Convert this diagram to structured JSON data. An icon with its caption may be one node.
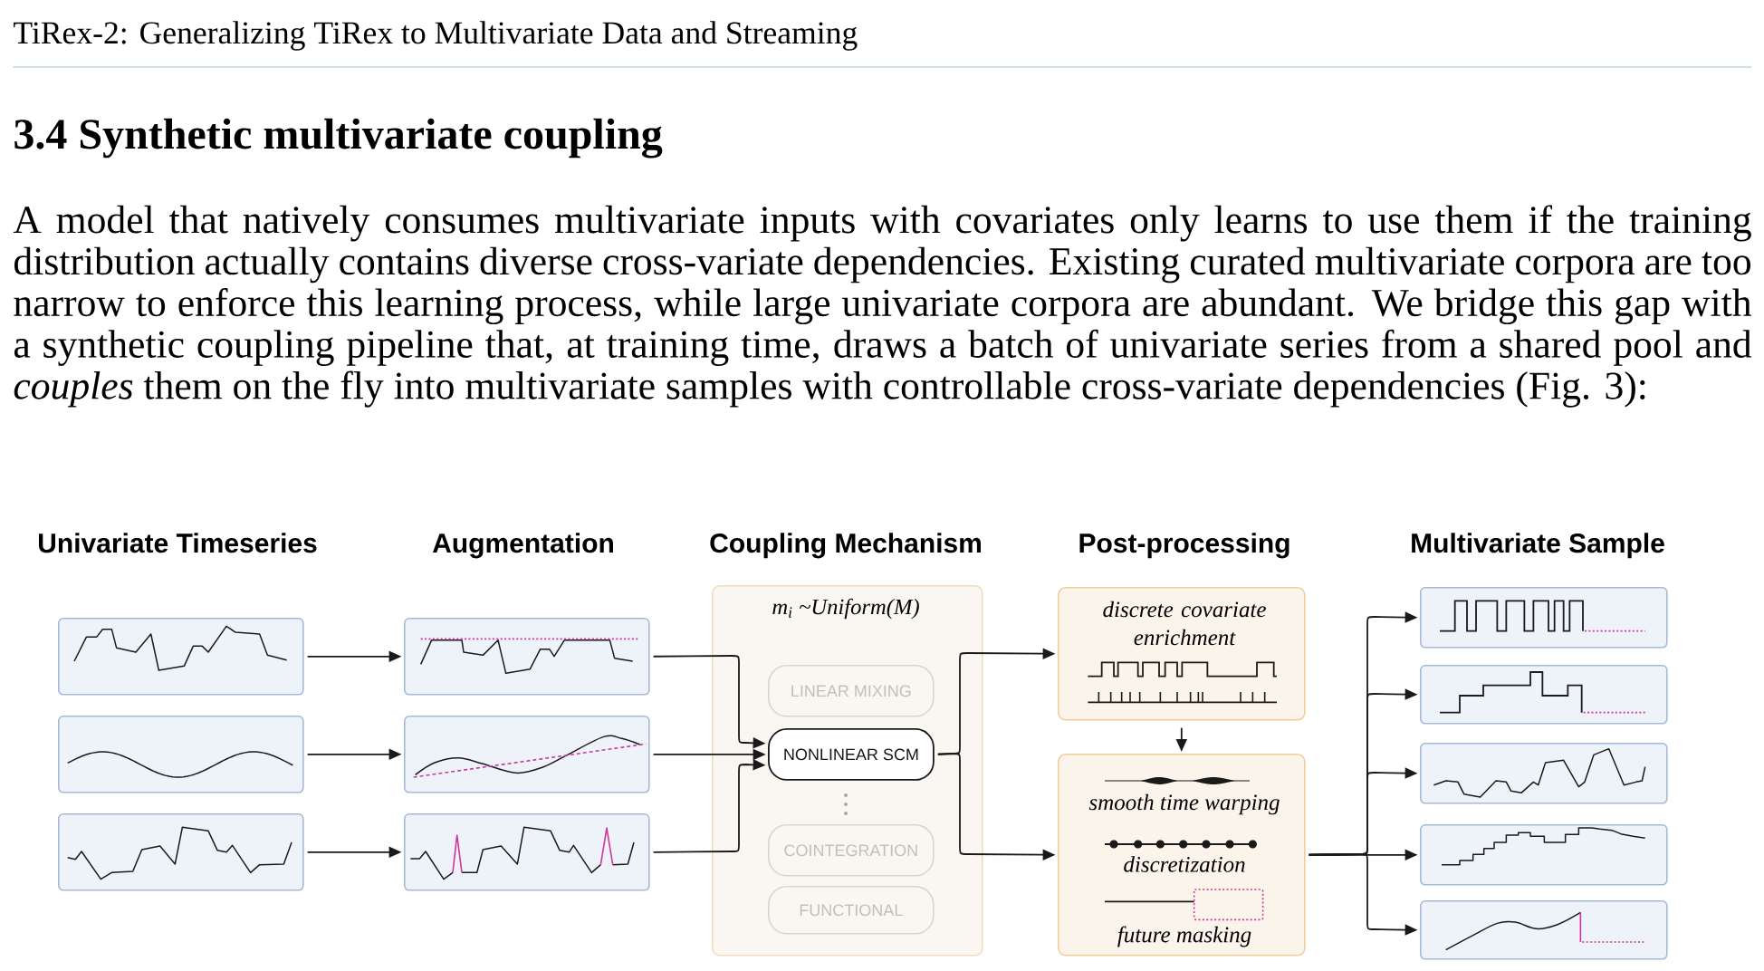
{
  "diagram": {
    "title": "3.4 Synthetic multivariate coupling",
    "nodes": [
      {
        "text": [],
        "shape": "box"
      },
      {
        "text": [],
        "shape": "box"
      },
      {
        "text": [],
        "shape": "box"
      },
      {
        "text": [],
        "shape": "box"
      },
      {
        "text": [],
        "shape": "box"
      },
      {
        "text": [],
        "shape": "box"
      },
      {
        "text": [
          "m$_{i}$ ~Uniform(M)"
        ]
      },
      {
        "text": [
          "LINEAR MIXING"
        ],
        "in": 6
      },
      {
        "text": [
          "NONLINEAR SCM"
        ],
        "in": 6
      },
      {
        "text": [
          "COINTEGRATION"
        ],
        "in": 6
      },
      {
        "text": [
          "FUNCTIONAL"
        ],
        "in": 6
      },
      {
        "text": [
          "discrete covariate enrichment"
        ]
      },
      {
        "text": [
          "smooth time warping",
          "discretization",
          "future masking"
        ]
      },
      {
        "text": [],
        "shape": "box"
      },
      {
        "text": [],
        "shape": "box"
      },
      {
        "text": [],
        "shape": "box"
      },
      {
        "text": [],
        "shape": "box"
      },
      {
        "text": [],
        "shape": "box"
      }
    ],
    "edges": [
      {
        "from": 0,
        "to": 3,
        "arrow": "to"
      },
      {
        "from": 1,
        "to": 4,
        "arrow": "to"
      },
      {
        "from": 2,
        "to": 5,
        "arrow": "to"
      },
      {
        "from": 3,
        "to": 8,
        "arrow": "to"
      },
      {
        "from": 4,
        "to": 8,
        "arrow": "to"
      },
      {
        "from": 5,
        "to": 8,
        "arrow": "to"
      },
      {
        "from": 8,
        "to": 11,
        "arrow": "to"
      },
      {
        "from": 8,
        "to": 12,
        "arrow": "to"
      },
      {
        "from": 11,
        "to": 12,
        "arrow": "to"
      },
      {
        "from": 12,
        "to": 13,
        "arrow": "to"
      },
      {
        "from": 12,
        "to": 14,
        "arrow": "to"
      },
      {
        "from": 12,
        "to": 15,
        "arrow": "to"
      },
      {
        "from": 12,
        "to": 16,
        "arrow": "to"
      },
      {
        "from": 12,
        "to": 17,
        "arrow": "to"
      }
    ],
    "labels": [
      "TiRex-2: Generalizing TiRex to Multivariate Data and Streaming",
      "A model that natively consumes multivariate inputs with covariates only learns to use them if the training distribution actually contains diverse cross-variate dependencies. Existing curated multivariate corpora are too narrow to enforce this learning process, while large univariate corpora are abundant. We bridge this gap with a synthetic coupling pipeline that, at training time, draws a batch of univariate series from a shared pool and *couples* them on the fly into multivariate samples with controllable cross-variate dependencies (Fig. 3):",
      "Univariate Timeseries",
      "Augmentation",
      "Coupling Mechanism",
      "Post-processing",
      "Multivariate Sample"
    ]
  }
}
